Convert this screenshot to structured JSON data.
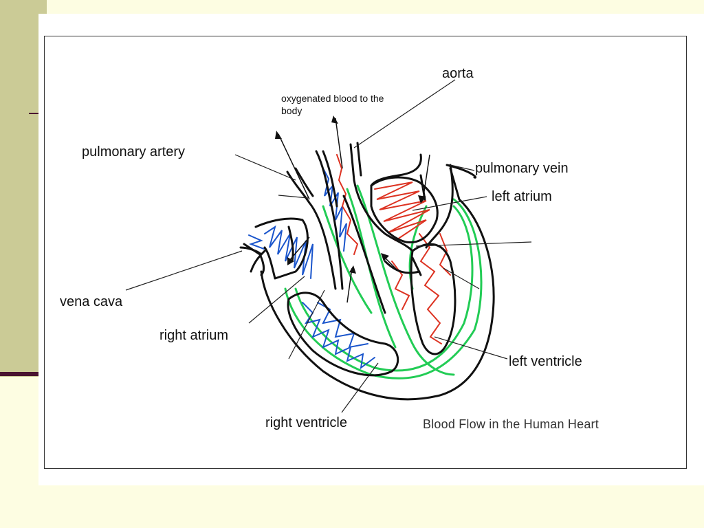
{
  "diagram": {
    "caption": "Blood Flow in the Human Heart",
    "labels": {
      "aorta": "aorta",
      "oxygenated_blood": "oxygenated blood to the body",
      "pulmonary_artery": "pulmonary artery",
      "pulmonary_vein": "pulmonary vein",
      "left_atrium": "left atrium",
      "vena_cava": "vena cava",
      "right_atrium": "right atrium",
      "left_ventricle": "left ventricle",
      "right_ventricle": "right ventricle"
    }
  },
  "colors": {
    "outline": "#111111",
    "vessel_wall": "#22cc55",
    "oxygenated": "#dd3322",
    "deoxygenated": "#1a55cc",
    "slide_background": "#fdfde2",
    "slide_band": "#cbcb96",
    "accent_rule": "#4a1430"
  }
}
